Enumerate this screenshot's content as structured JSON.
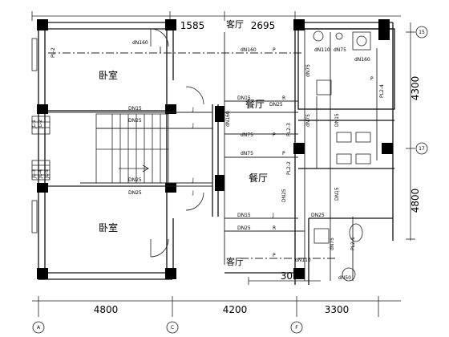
{
  "dimensions": {
    "top_1": "1585",
    "top_2": "2695",
    "right_1": "4300",
    "right_2": "4800",
    "bottom_1": "4800",
    "bottom_2": "4200",
    "bottom_3": "3300",
    "inner_3000": "3000"
  },
  "axes": {
    "A": "A",
    "C": "C",
    "F": "F",
    "a15": "15",
    "a17": "17"
  },
  "rooms": {
    "bedroom_top": "卧室",
    "bedroom_bottom": "卧室",
    "living_top": "客厅",
    "living_bottom": "客厅",
    "dining_top": "餐厅",
    "dining_bottom": "餐厅"
  },
  "pipes": {
    "dn160_a": "dN160",
    "dn160_b": "dN160",
    "dn160_c": "dN160",
    "dn160_d": "dN160",
    "dn110_a": "dN110",
    "dn110_b": "dN110",
    "dn75_a": "dN75",
    "dn75_b": "dN75",
    "dn75_c": "dN75",
    "dn75_d": "dN75",
    "dn75_e": "dN75",
    "dn75_f": "dN75",
    "dn50": "dN50",
    "DN15_a": "DN15",
    "DN15_b": "DN15",
    "DN15_c": "DN15",
    "DN15_d": "DN15",
    "DN15_e": "DN15",
    "DN25_a": "DN25",
    "DN25_b": "DN25",
    "DN25_c": "DN25",
    "DN25_d": "DN25",
    "DN25_e": "DN25",
    "DN25_f": "DN25",
    "DN25_g": "DN25"
  },
  "risers": {
    "pl2": "PL-2",
    "pl21": "PL2-1",
    "pl22": "PL2-2",
    "pl23": "PL2-3",
    "pl24": "PL2-4",
    "jl1": "JL-1",
    "jl2": "JL-2",
    "jl3": "JL-3",
    "jl4": "JL-4",
    "jl5": "JL-5"
  },
  "pipe_letters": {
    "P": "P",
    "J": "J",
    "R": "R"
  }
}
